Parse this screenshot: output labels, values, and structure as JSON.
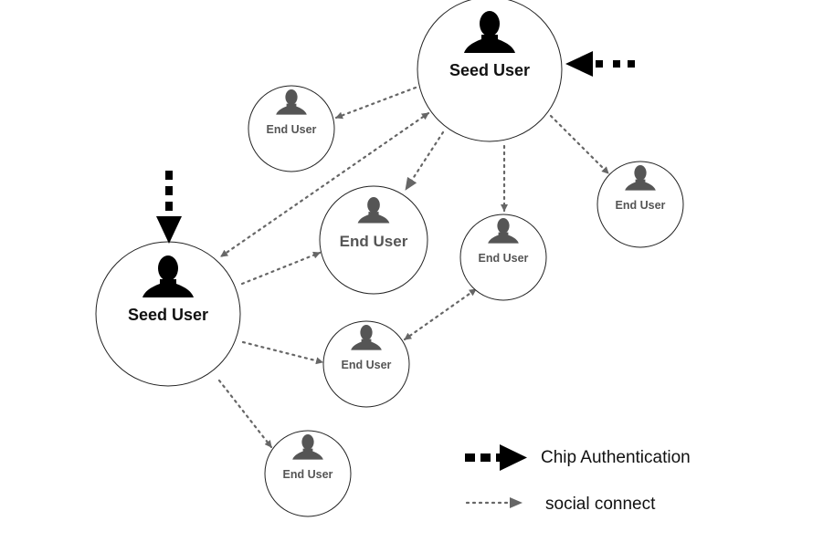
{
  "nodes": [
    {
      "id": "seed-top",
      "kind": "seed",
      "label": "Seed User"
    },
    {
      "id": "seed-left",
      "kind": "seed",
      "label": "Seed User"
    },
    {
      "id": "end-a",
      "kind": "end",
      "label": "End User"
    },
    {
      "id": "end-b",
      "kind": "end",
      "label": "End User"
    },
    {
      "id": "end-c",
      "kind": "end",
      "label": "End User"
    },
    {
      "id": "end-d",
      "kind": "end",
      "label": "End User"
    },
    {
      "id": "end-e",
      "kind": "end",
      "label": "End User"
    },
    {
      "id": "end-f",
      "kind": "end",
      "label": "End User"
    }
  ],
  "edges": [
    {
      "from": "seed-top",
      "to": "end-a",
      "type": "social",
      "bidirectional": false
    },
    {
      "from": "seed-top",
      "to": "end-b",
      "type": "social",
      "bidirectional": false
    },
    {
      "from": "seed-top",
      "to": "end-c",
      "type": "social",
      "bidirectional": false
    },
    {
      "from": "seed-top",
      "to": "end-d",
      "type": "social",
      "bidirectional": false
    },
    {
      "from": "seed-top",
      "to": "seed-left",
      "type": "social",
      "bidirectional": true
    },
    {
      "from": "seed-left",
      "to": "end-b",
      "type": "social",
      "bidirectional": false
    },
    {
      "from": "seed-left",
      "to": "end-e",
      "type": "social",
      "bidirectional": false
    },
    {
      "from": "seed-left",
      "to": "end-f",
      "type": "social",
      "bidirectional": false
    },
    {
      "from": "end-e",
      "to": "end-c",
      "type": "social",
      "bidirectional": true
    }
  ],
  "chip_auth_targets": [
    "seed-top",
    "seed-left"
  ],
  "legend": {
    "chip_label": "Chip Authentication",
    "social_label": "social connect"
  },
  "colors": {
    "chip_arrow": "#000000",
    "social_arrow": "#666666",
    "seed_icon": "#000000",
    "end_icon": "#555555"
  }
}
